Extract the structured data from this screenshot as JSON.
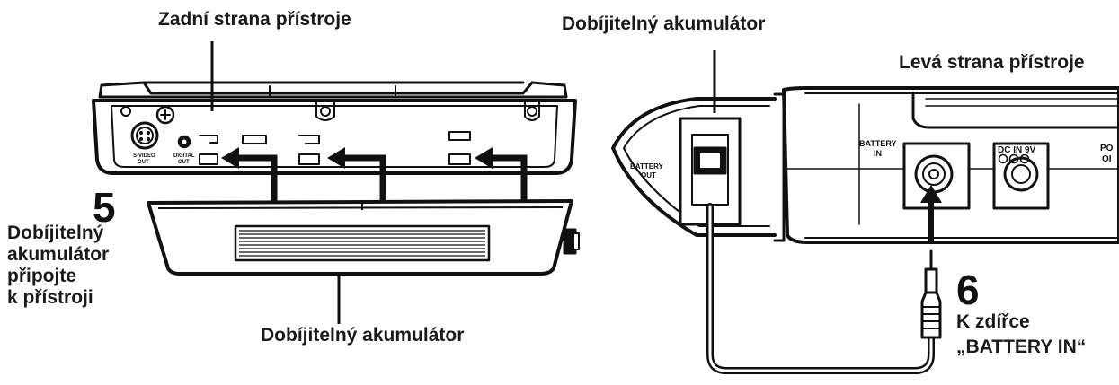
{
  "labels": {
    "rear_side": "Zadní strana přístroje",
    "battery_top": "Dobíjitelný akumulátor",
    "left_side": "Levá strana přístroje",
    "battery_bottom": "Dobíjitelný akumulátor"
  },
  "step5": {
    "number": "5",
    "lines": [
      "Dobíjitelný",
      "akumulátor",
      "připojte",
      "k přístroji"
    ]
  },
  "step6": {
    "number": "6",
    "lines": [
      "K zdířce",
      "„BATTERY IN“"
    ]
  },
  "device_markings": {
    "svideo": "S-VIDEO",
    "svideo_sub": "OUT",
    "digital": "DIGITAL",
    "digital_sub": "OUT",
    "battery_out_1": "BATTERY",
    "battery_out_2": "OUT",
    "battery_in_1": "BATTERY",
    "battery_in_2": "IN",
    "dc_in": "DC IN 9V",
    "po": "PO",
    "oi": "OI"
  }
}
